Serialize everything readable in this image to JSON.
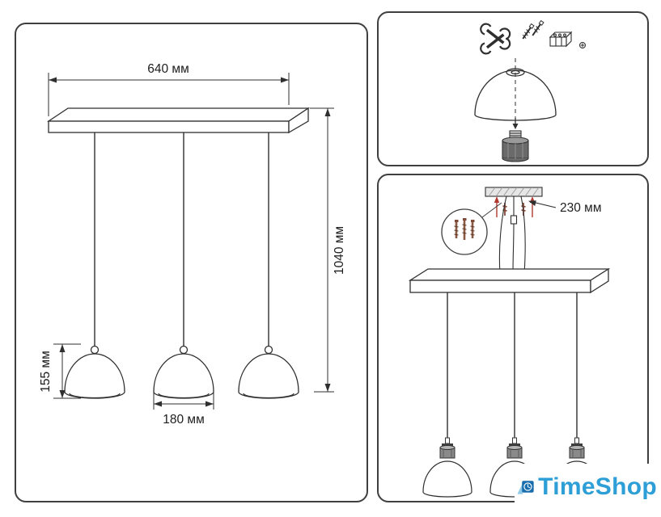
{
  "main_panel": {
    "dim_width": "640 мм",
    "dim_height": "1040 мм",
    "dim_shade_height": "155 мм",
    "dim_shade_diameter": "180 мм"
  },
  "install_panel": {
    "dim_bracket": "230 мм"
  },
  "logo": {
    "text": "TimeShop",
    "text_color": "#2e9fd6",
    "icon_primary": "#1a6dad",
    "icon_secondary": "#8fcbe9",
    "icon": "clock-icon"
  },
  "icons": {
    "tools": [
      "wrench-icon",
      "screw-icon",
      "terminal-block-icon"
    ]
  },
  "colors": {
    "line": "#2f2f2f",
    "accent_red": "#b03a2e"
  }
}
